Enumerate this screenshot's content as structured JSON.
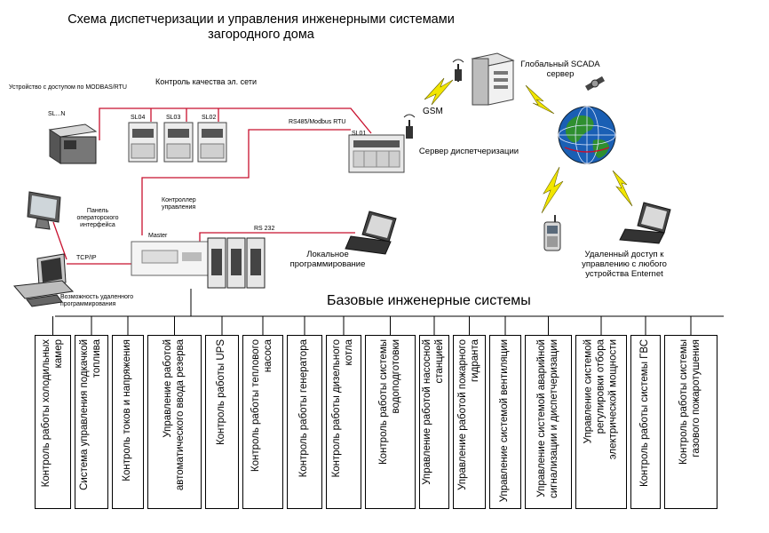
{
  "title": "Схема диспетчеризации и управления инженерными системами загородного дома",
  "devices": {
    "modbus_device_label": "Устройство с доступом по MODBAS/RTU",
    "sl_n": "SL...N",
    "power_quality_label": "Контроль качества эл. сети",
    "sl04": "SL04",
    "sl03": "SL03",
    "sl02": "SL02",
    "sl01": "SL01",
    "rs485": "RS485/Modbus RTU",
    "gsm": "GSM",
    "server_label": "Сервер диспетчеризации",
    "scada_label": "Глобальный SCADA сервер",
    "controller_label": "Контроллер управления",
    "master": "Master",
    "rs232": "RS 232",
    "local_prog_label": "Локальное программирование",
    "panel_label": "Панель операторского интерфейса",
    "tcpip": "TCP/IP",
    "remote_prog_label": "Возможность удаленного программирования",
    "remote_access_label": "Удаленный доступ к управлению  с любого устройства Enternet"
  },
  "base_systems_title": "Базовые инженерные системы",
  "systems": [
    "Контроль работы холодильных камер",
    "Система управления подкачкой топлива",
    "Контроль токов и напряжения",
    "Управление работой автоматического ввода резерва",
    "Контроль работы UPS",
    "Контроль работы теплового насоса",
    "Контроль работы генератора",
    "Контроль работы дизельного котла",
    "Контроль работы системы водоподготовки",
    "Управление работой насосной станцией",
    "Управление работой пожарного гидранта",
    "Управление системой вентиляции",
    "Управление системой аварийной сигнализации и диспетчеризации",
    "Управление системой регулировки отбора электрической мощности",
    "Контроль работы системы ГВС",
    "Контроль работы системы газового пожаротушения"
  ],
  "colors": {
    "network_line": "#c8102e",
    "lightning": "#f2e600",
    "globe_ocean": "#1a5fb4",
    "globe_land": "#2f8f2f"
  }
}
